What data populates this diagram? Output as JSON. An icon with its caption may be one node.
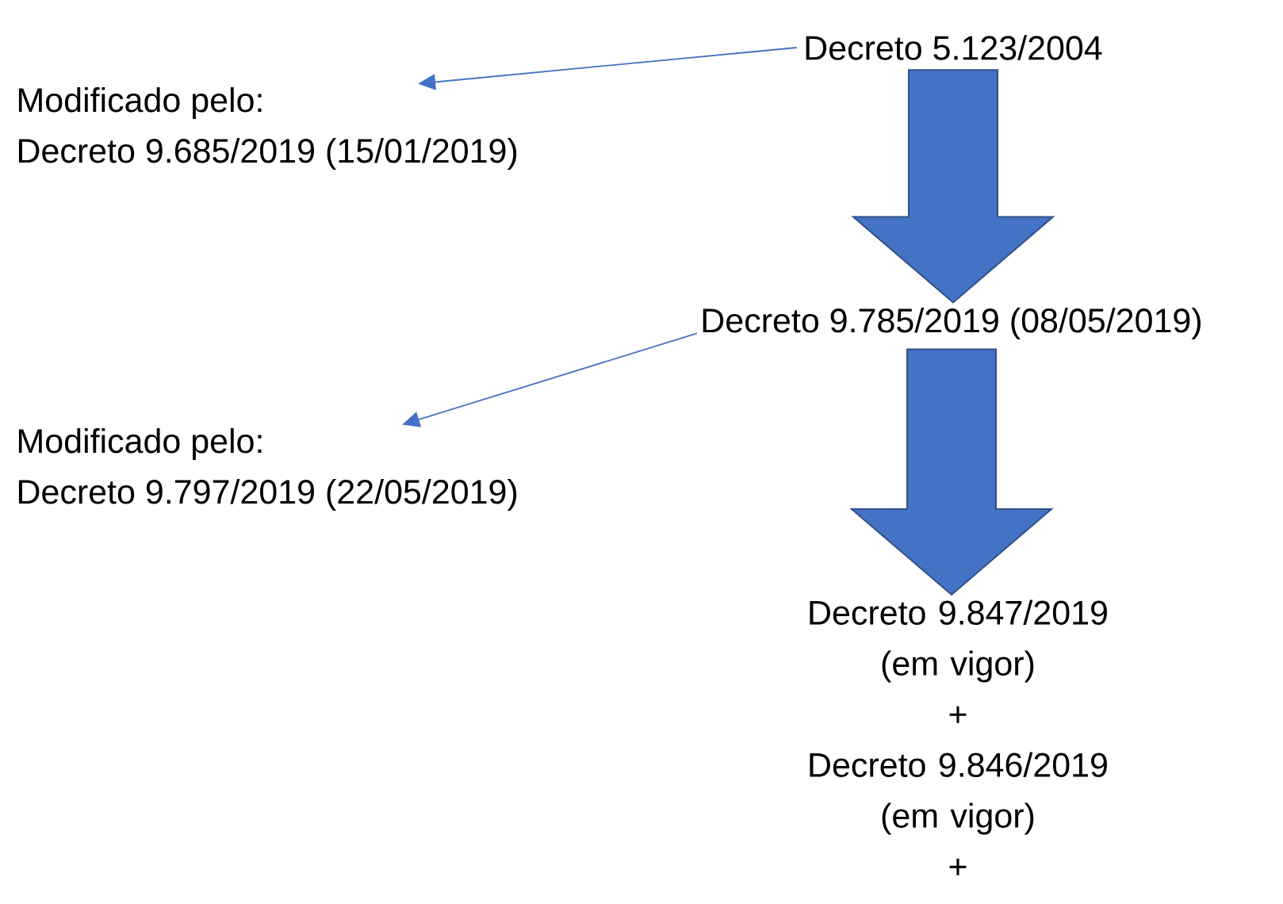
{
  "diagram": {
    "nodes": [
      {
        "text": [
          "Decreto 5.123/2004"
        ]
      },
      {
        "text": [
          "Modificado pelo:",
          "Decreto 9.685/2019 (15/01/2019)"
        ]
      },
      {
        "text": [
          "Decreto 9.785/2019 (08/05/2019)"
        ]
      },
      {
        "text": [
          "Modificado pelo:",
          "Decreto 9.797/2019 (22/05/2019)"
        ]
      },
      {
        "text": [
          "Decreto 9.847/2019 (em vigor)",
          "+",
          "Decreto 9.846/2019 (em vigor)",
          "+"
        ]
      }
    ],
    "edges": [
      {
        "from": 0,
        "to": 1,
        "arrow": "to"
      },
      {
        "from": 0,
        "to": 2,
        "arrow": "to",
        "style": "thick"
      },
      {
        "from": 2,
        "to": 3,
        "arrow": "to"
      },
      {
        "from": 2,
        "to": 4,
        "arrow": "to",
        "style": "thick"
      }
    ]
  }
}
